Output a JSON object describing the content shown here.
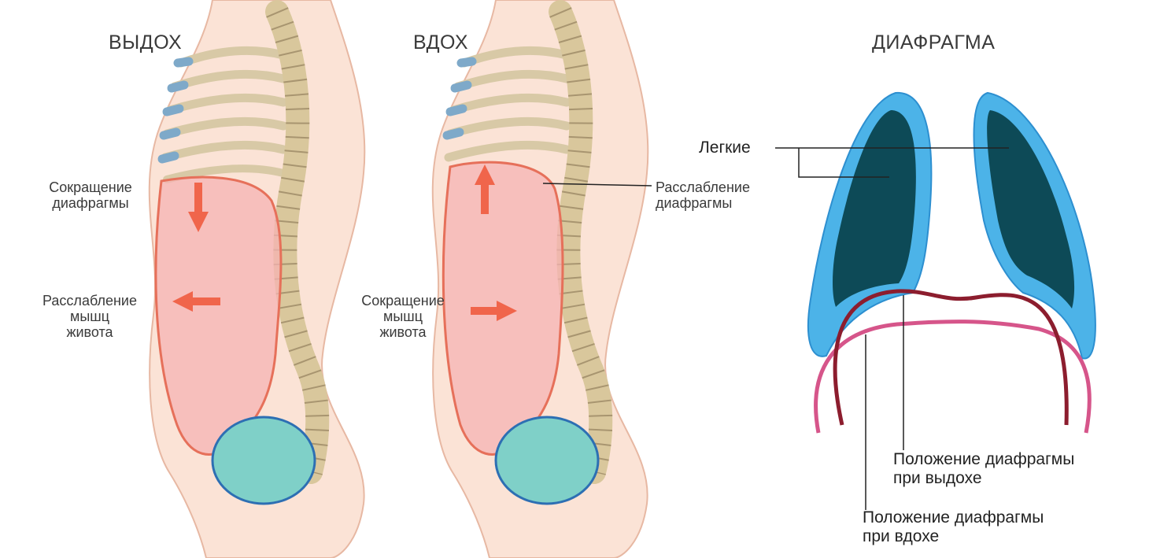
{
  "panels": {
    "exhale": {
      "title": "ВЫДОХ",
      "diaphragm_label": [
        "Сокращение",
        "диафрагмы"
      ],
      "abdomen_label": [
        "Расслабление",
        "мышц",
        "живота"
      ]
    },
    "inhale": {
      "title": "ВДОХ",
      "diaphragm_label": [
        "Расслабление",
        "диафрагмы"
      ],
      "abdomen_label": [
        "Сокращение",
        "мышц",
        "живота"
      ]
    },
    "diaphragm": {
      "title": "ДИАФРАГМА",
      "lungs_label": "Легкие",
      "exhale_position_label": [
        "Положение диафрагмы",
        "при выдохе"
      ],
      "inhale_position_label": [
        "Положение диафрагмы",
        "при вдохе"
      ]
    }
  },
  "colors": {
    "skin": "#fbe3d6",
    "skin_outline": "#e7b8a3",
    "rib": "#d8c9a6",
    "cartilage": "#7ea9c9",
    "spine": "#d9c79c",
    "abdomen_fill": "#f6b3b3",
    "abdomen_outline": "#e6705a",
    "arrow": "#f0654b",
    "pelvis": "#7fd0c8",
    "lung_outer": "#4cb3e8",
    "lung_inner": "#0d4a57",
    "diaphragm_exhale": "#8c1d2e",
    "diaphragm_inhale": "#d6558a",
    "leader_line": "#222222"
  }
}
